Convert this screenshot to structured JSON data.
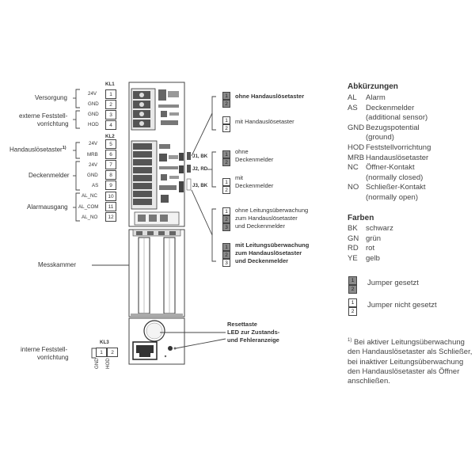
{
  "left_labels": {
    "versorgung": "Versorgung",
    "externe_line1": "externe Feststell-",
    "externe_line2": "vorrichtung",
    "handausloese": "Handauslösetaster",
    "handausloese_sup": "1)",
    "deckenmelder": "Deckenmelder",
    "alarmausgang": "Alarmausgang",
    "messkammer": "Messkammer",
    "interne_line1": "interne Feststell-",
    "interne_line2": "vorrichtung"
  },
  "kl1": {
    "title": "KL1",
    "pins": [
      {
        "num": "1",
        "sig": "24V"
      },
      {
        "num": "2",
        "sig": "GND"
      },
      {
        "num": "3",
        "sig": "GND"
      },
      {
        "num": "4",
        "sig": "HOD"
      }
    ]
  },
  "kl2": {
    "title": "KL2",
    "pins": [
      {
        "num": "5",
        "sig": "24V"
      },
      {
        "num": "6",
        "sig": "MRB"
      },
      {
        "num": "7",
        "sig": "24V"
      },
      {
        "num": "8",
        "sig": "GND"
      },
      {
        "num": "9",
        "sig": "AS"
      },
      {
        "num": "10",
        "sig": "AL_NC"
      },
      {
        "num": "11",
        "sig": "AL_COM"
      },
      {
        "num": "12",
        "sig": "AL_NO"
      }
    ]
  },
  "kl3": {
    "title": "KL3",
    "pins": [
      {
        "num": "1",
        "sig": "GND"
      },
      {
        "num": "2",
        "sig": "HOD"
      }
    ]
  },
  "jumpers": {
    "j1": "J1, BK",
    "j2": "J2, RD",
    "j3": "J3, BK"
  },
  "jumper_options": {
    "j1_set": "ohne Handauslösetaster",
    "j1_not": "mit Handauslösetaster",
    "j2_set_line1": "ohne",
    "j2_set_line2": "Deckenmelder",
    "j2_not_line1": "mit",
    "j2_not_line2": "Deckenmelder",
    "j3_a_line1": "ohne Leitungsüberwachung",
    "j3_a_line2": "zum Handauslösetaster",
    "j3_a_line3": "und Deckenmelder",
    "j3_b_line1": "mit Leitungsüberwachung",
    "j3_b_line2": "zum Handauslösetaster",
    "j3_b_line3": "und Deckenmelder"
  },
  "jumper_digits": {
    "one": "1",
    "two": "2",
    "three": "3"
  },
  "reset": {
    "line1": "Resettaste",
    "line2": "LED zur Zustands-",
    "line3": "und Fehleranzeige"
  },
  "abbreviations": {
    "title": "Abkürzungen",
    "items": [
      {
        "key": "AL",
        "value": "Alarm"
      },
      {
        "key": "AS",
        "value": "Deckenmelder"
      },
      {
        "key": "",
        "value": "(additional sensor)"
      },
      {
        "key": "GND",
        "value": "Bezugspotential"
      },
      {
        "key": "",
        "value": "(ground)"
      },
      {
        "key": "HOD",
        "value": "Feststellvorrichtung"
      },
      {
        "key": "MRB",
        "value": "Handauslösetaster"
      },
      {
        "key": "NC",
        "value": "Öffner-Kontakt"
      },
      {
        "key": "",
        "value": "(normally closed)"
      },
      {
        "key": "NO",
        "value": "Schließer-Kontakt"
      },
      {
        "key": "",
        "value": "(normally open)"
      }
    ]
  },
  "colors_legend": {
    "title": "Farben",
    "items": [
      {
        "key": "BK",
        "value": "schwarz"
      },
      {
        "key": "GN",
        "value": "grün"
      },
      {
        "key": "RD",
        "value": "rot"
      },
      {
        "key": "YE",
        "value": "gelb"
      }
    ]
  },
  "jumper_legend": {
    "set": "Jumper gesetzt",
    "not_set": "Jumper nicht gesetzt"
  },
  "footnote": {
    "mark": "1)",
    "line1": "Bei aktiver Leitungsüberwachung",
    "line2": "den Handauslösetaster als Schließer,",
    "line3": "bei inaktiver Leitungsüberwachung",
    "line4": "den Handauslösetaster als Öffner",
    "line5": "anschließen."
  },
  "colors": {
    "line": "#333333",
    "jumper_set": "#8a8a8a",
    "board": "#ffffff",
    "dark": "#2a2a2a"
  }
}
